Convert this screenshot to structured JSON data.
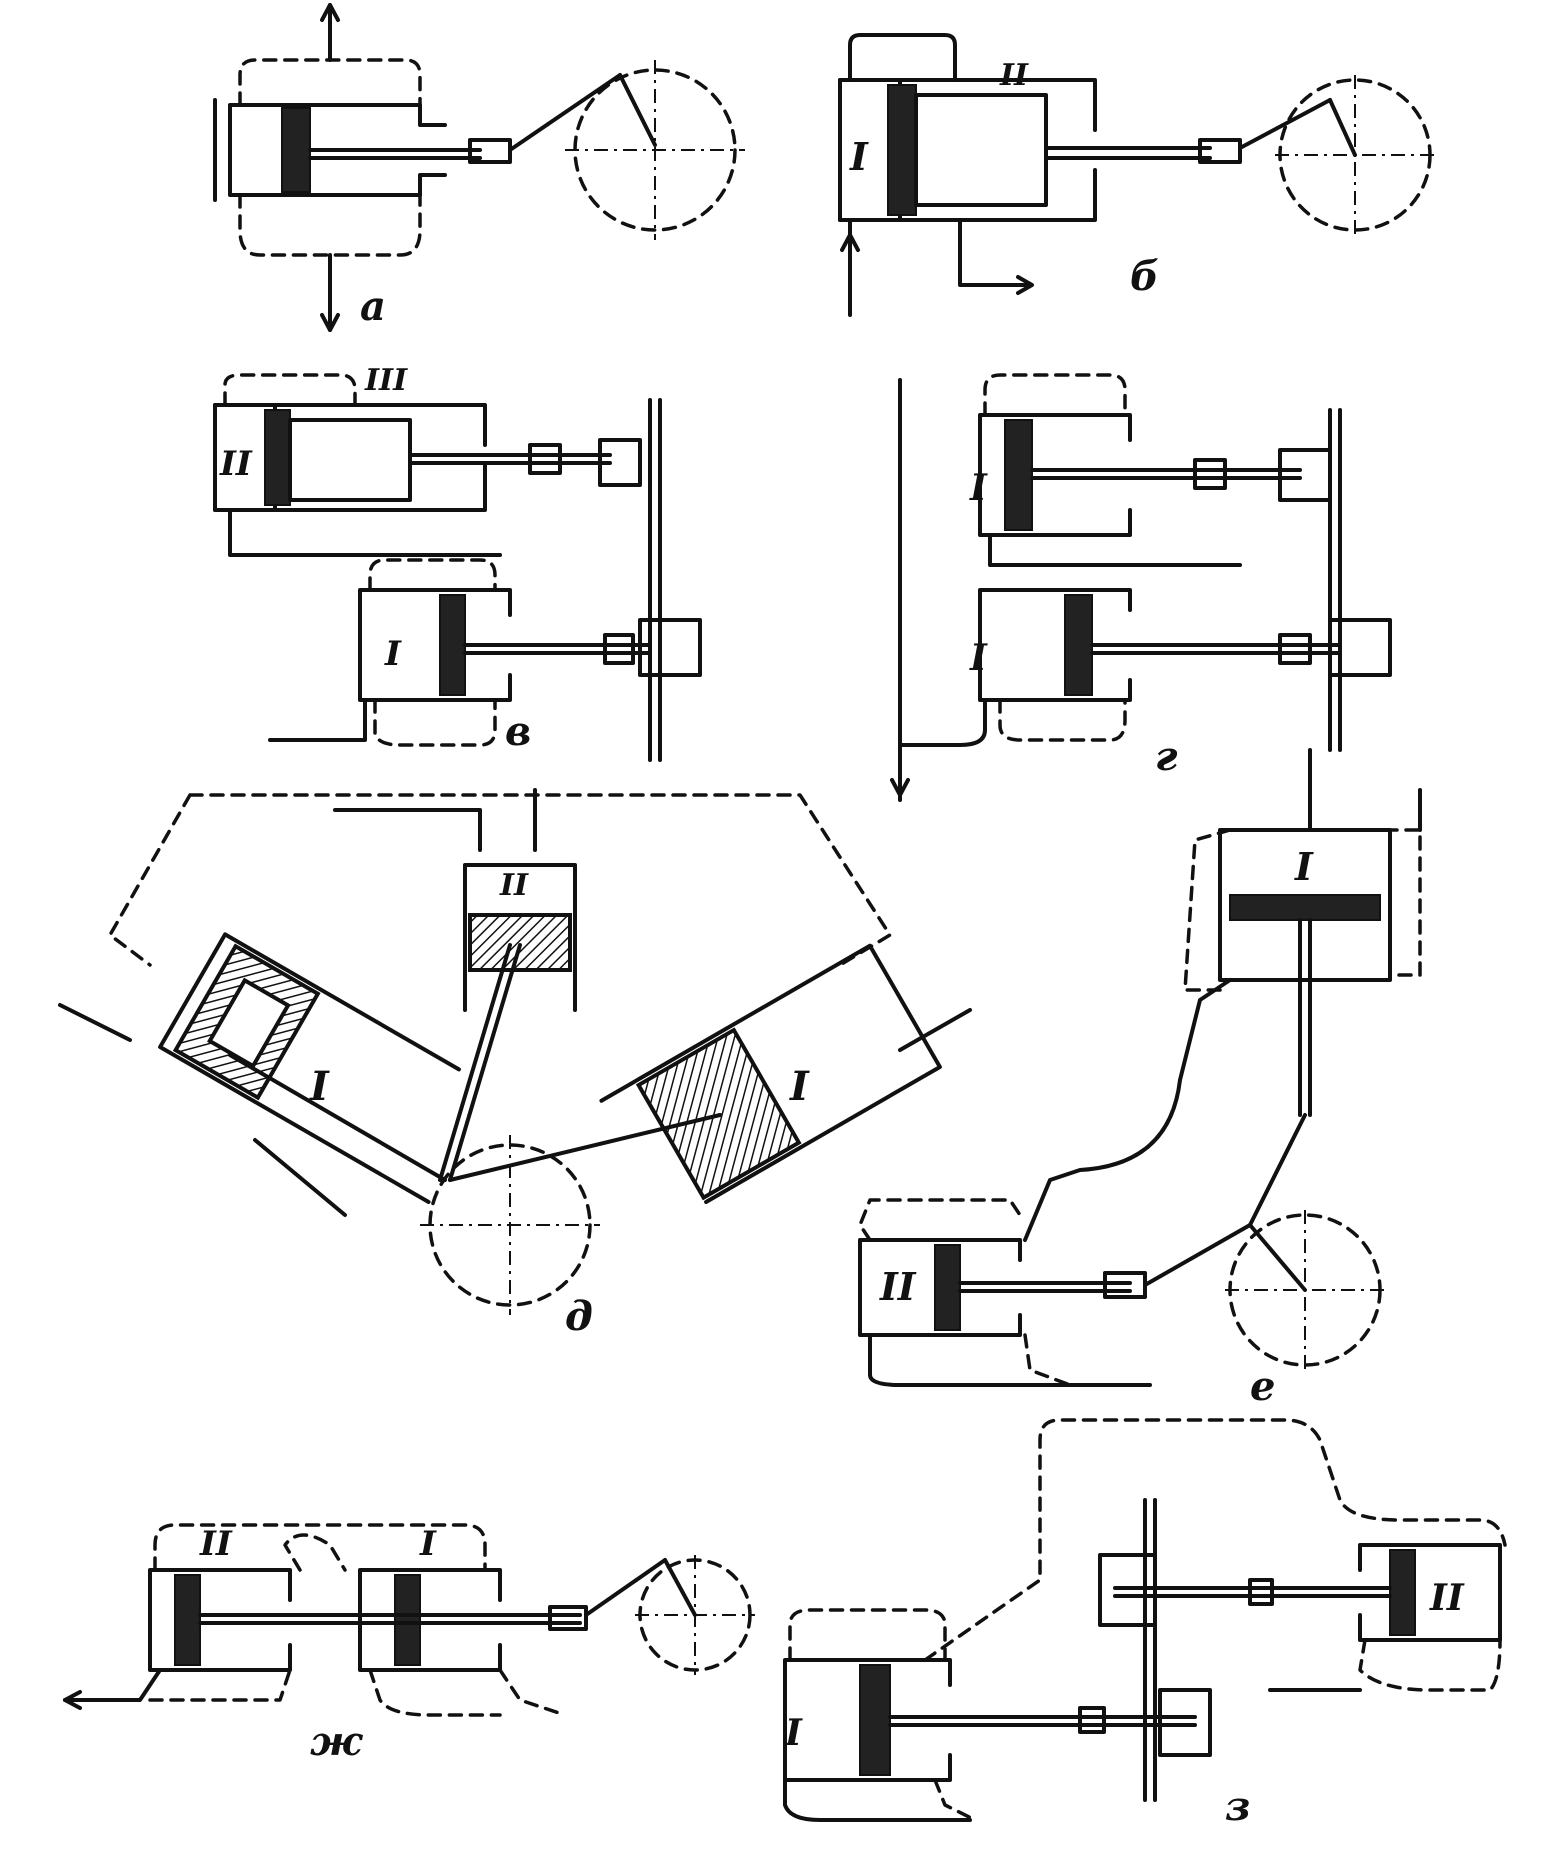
{
  "figure": {
    "panel_captions": {
      "a": "а",
      "b": "б",
      "v": "в",
      "g": "г",
      "d": "д",
      "e": "е",
      "zh": "ж",
      "z": "з"
    },
    "cylinder_labels": {
      "one": "I",
      "two": "II",
      "three": "III"
    }
  }
}
